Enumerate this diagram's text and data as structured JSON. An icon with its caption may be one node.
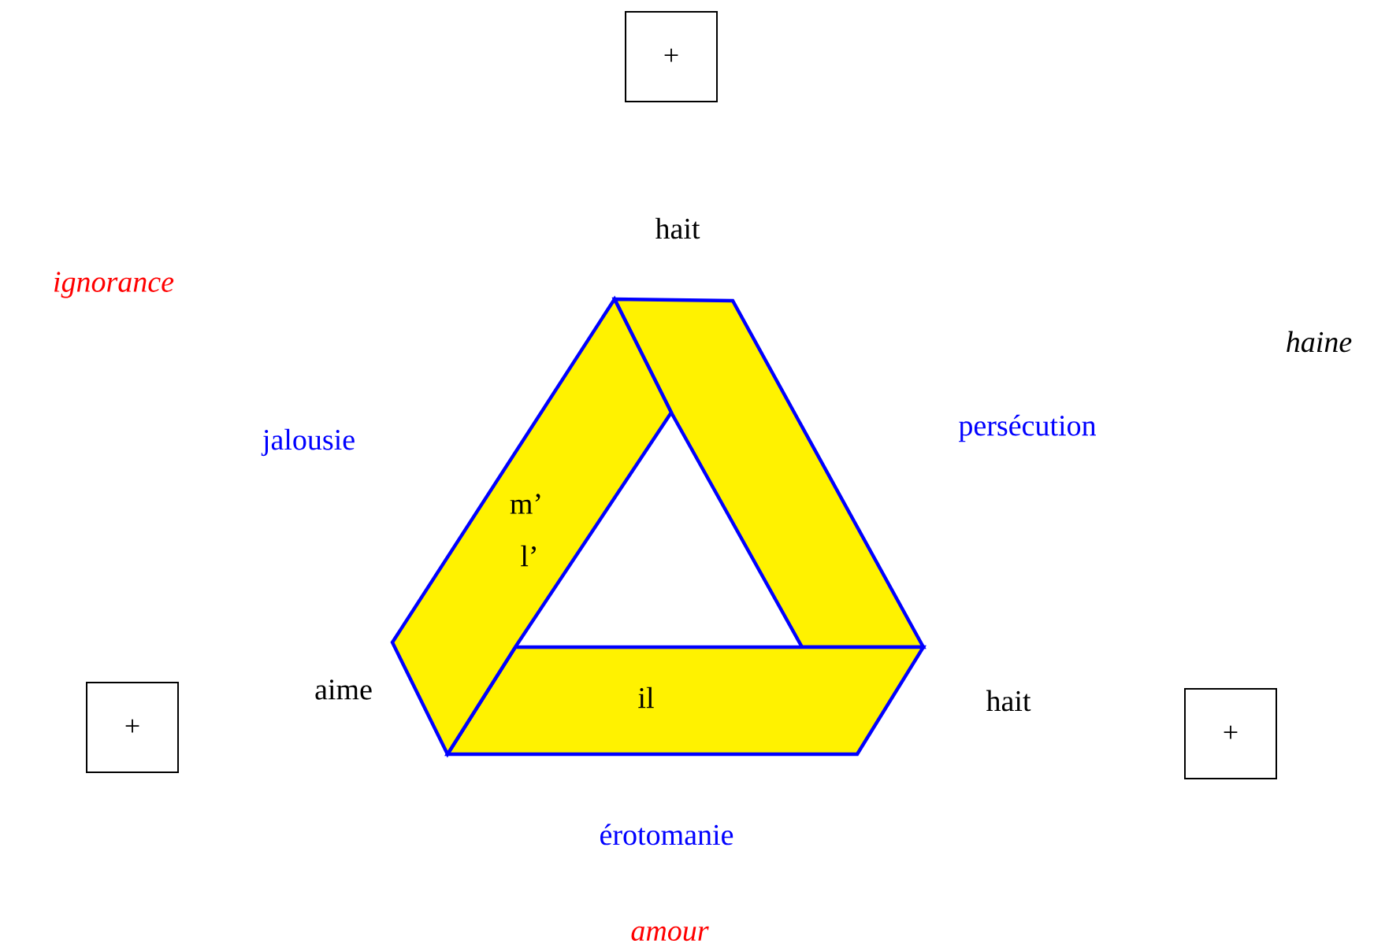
{
  "diagram": {
    "nodes": [
      {
        "text": [
          "+"
        ]
      },
      {
        "text": [
          "+"
        ]
      },
      {
        "text": [
          "+"
        ]
      }
    ],
    "labels": [
      "hait",
      "ignorance",
      "haine",
      "persécution",
      "jalousie",
      "m’",
      "l’",
      "aime",
      "il",
      "hait",
      "érotomanie",
      "amour"
    ]
  }
}
